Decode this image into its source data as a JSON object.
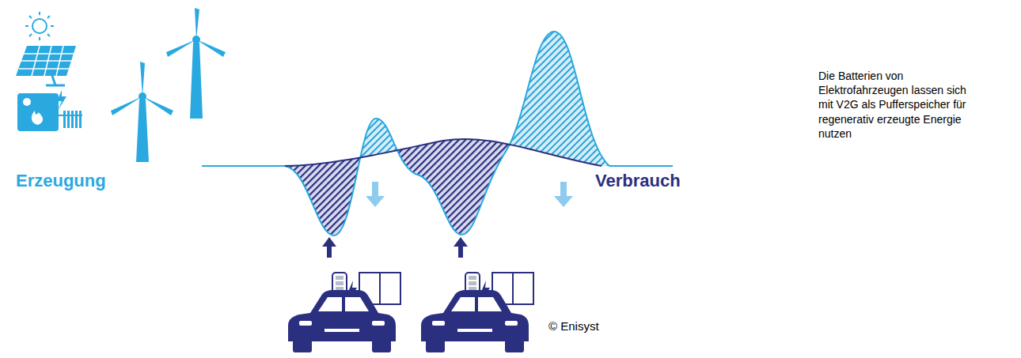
{
  "diagram": {
    "caption": "Die Batterien von Elektrofahrzeugen lassen sich mit V2G als Pufferspeicher für regenerativ erzeugte Energie nutzen",
    "labels": [
      "Erzeugung",
      "Verbrauch",
      "© Enisyst"
    ]
  }
}
